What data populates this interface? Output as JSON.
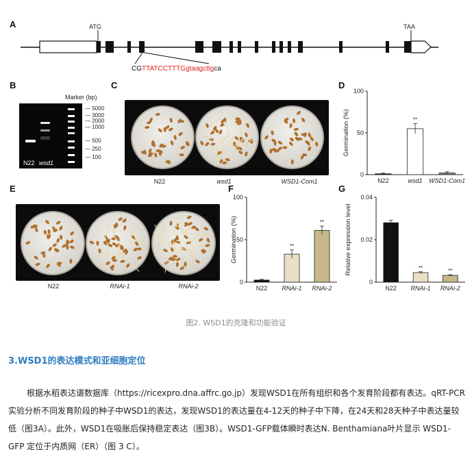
{
  "figure": {
    "panel_labels": {
      "A": "A",
      "B": "B",
      "C": "C",
      "D": "D",
      "E": "E",
      "F": "F",
      "G": "G"
    },
    "gene": {
      "atg": "ATG",
      "taa": "TAA",
      "seq_prefix": "CG",
      "seq_exon": "TTATCCTTTG",
      "seq_intron": "gtaagcttg",
      "seq_suffix": "ca",
      "color_exon_seq": "#e0201b"
    },
    "gel": {
      "marker_title": "Marker (bp)",
      "marker_sizes": [
        "5000",
        "3000",
        "2000",
        "1000",
        "500",
        "250",
        "100"
      ],
      "lane1": "N22",
      "lane2": "wsd1"
    },
    "plates_c": [
      "N22",
      "wsd1",
      "WSD1-Com1"
    ],
    "plates_e": [
      "N22",
      "RNAi-1",
      "RNAi-2"
    ],
    "caption": "图2. WSD1的克隆和功能验证",
    "section_heading": "3.WSD1的表达模式和亚细胞定位",
    "paragraph": "根据水稻表达谱数据库（https://ricexpro.dna.affrc.go.jp）发现WSD1在所有组织和各个发育阶段都有表达。qRT-PCR实验分析不同发育阶段的种子中WSD1的表达，发现WSD1的表达量在4-12天的种子中下降，在24天和28天种子中表达量较低（图3A）。此外，WSD1在吸胀后保持稳定表达（图3B）。WSD1-GFP载体瞬时表达N. Benthamiana叶片显示  WSD1-GFP 定位于内质网（ER）（图  3  C）。"
  },
  "chart_data": [
    {
      "panel": "D",
      "type": "bar",
      "categories": [
        "N22",
        "wsd1",
        "WSD1-Com1"
      ],
      "values": [
        1,
        55,
        2
      ],
      "errors": [
        0.8,
        6,
        1.5
      ],
      "significance": [
        "",
        "**",
        ""
      ],
      "ylabel": "Germination (%)",
      "ylim": [
        0,
        100
      ],
      "yticks": [
        "0",
        "50",
        "100"
      ],
      "colors": [
        "#111111",
        "#ffffff",
        "#8a7f8f"
      ]
    },
    {
      "panel": "F",
      "type": "bar",
      "categories": [
        "N22",
        "RNAi-1",
        "RNAi-2"
      ],
      "values": [
        2.5,
        33,
        61
      ],
      "errors": [
        0.8,
        5,
        5
      ],
      "significance": [
        "",
        "**",
        "**"
      ],
      "ylabel": "Germination (%)",
      "ylim": [
        0,
        100
      ],
      "yticks": [
        "0",
        "50",
        "100"
      ],
      "colors": [
        "#111111",
        "#e9dfc7",
        "#c6b889"
      ]
    },
    {
      "panel": "G",
      "type": "bar",
      "categories": [
        "N22",
        "RNAi-1",
        "RNAi-2"
      ],
      "values": [
        0.028,
        0.0045,
        0.0032
      ],
      "errors": [
        0.0012,
        0.0004,
        0.0003
      ],
      "significance": [
        "",
        "**",
        "**"
      ],
      "ylabel": "Relative expression level",
      "ylim": [
        0,
        0.04
      ],
      "yticks": [
        "0",
        "0.02",
        "0.04"
      ],
      "colors": [
        "#111111",
        "#e9dfc7",
        "#c6b889"
      ]
    }
  ]
}
